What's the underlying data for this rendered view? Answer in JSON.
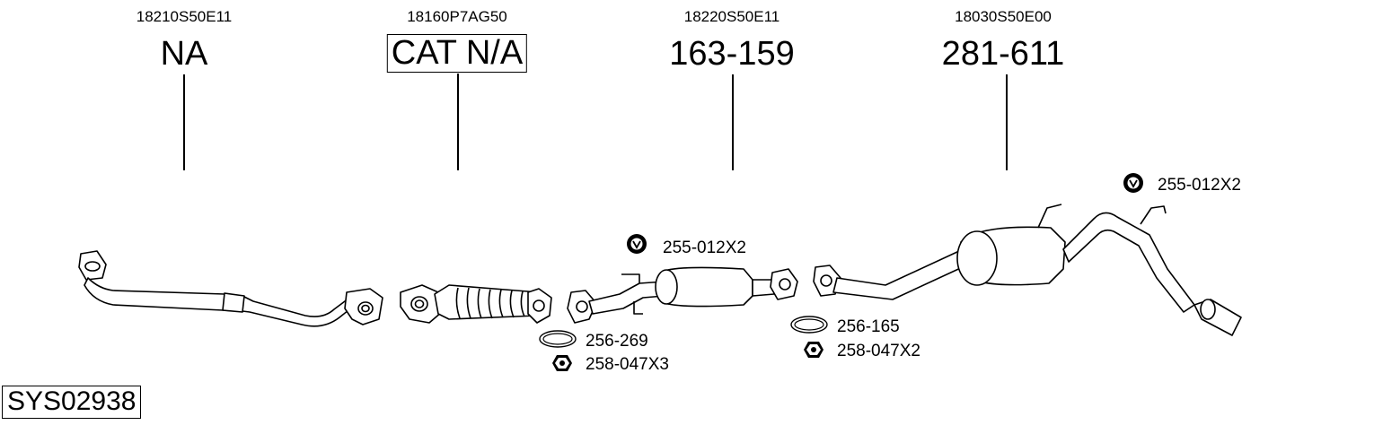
{
  "components": [
    {
      "oem": "18210S50E11",
      "part": "NA",
      "boxed": false
    },
    {
      "oem": "18160P7AG50",
      "part": "CAT N/A",
      "boxed": true
    },
    {
      "oem": "18220S50E11",
      "part": "163-159",
      "boxed": false
    },
    {
      "oem": "18030S50E00",
      "part": "281-611",
      "boxed": false
    }
  ],
  "accessories": [
    {
      "label": "255-012X2",
      "icon": "rubber-mount-icon"
    },
    {
      "label": "256-269",
      "icon": "gasket-ring-icon"
    },
    {
      "label": "258-047X3",
      "icon": "hex-nut-icon"
    },
    {
      "label": "255-012X2",
      "icon": "rubber-mount-icon"
    },
    {
      "label": "256-165",
      "icon": "gasket-ring-icon"
    },
    {
      "label": "258-047X2",
      "icon": "hex-nut-icon"
    }
  ],
  "system_code": "SYS02938"
}
